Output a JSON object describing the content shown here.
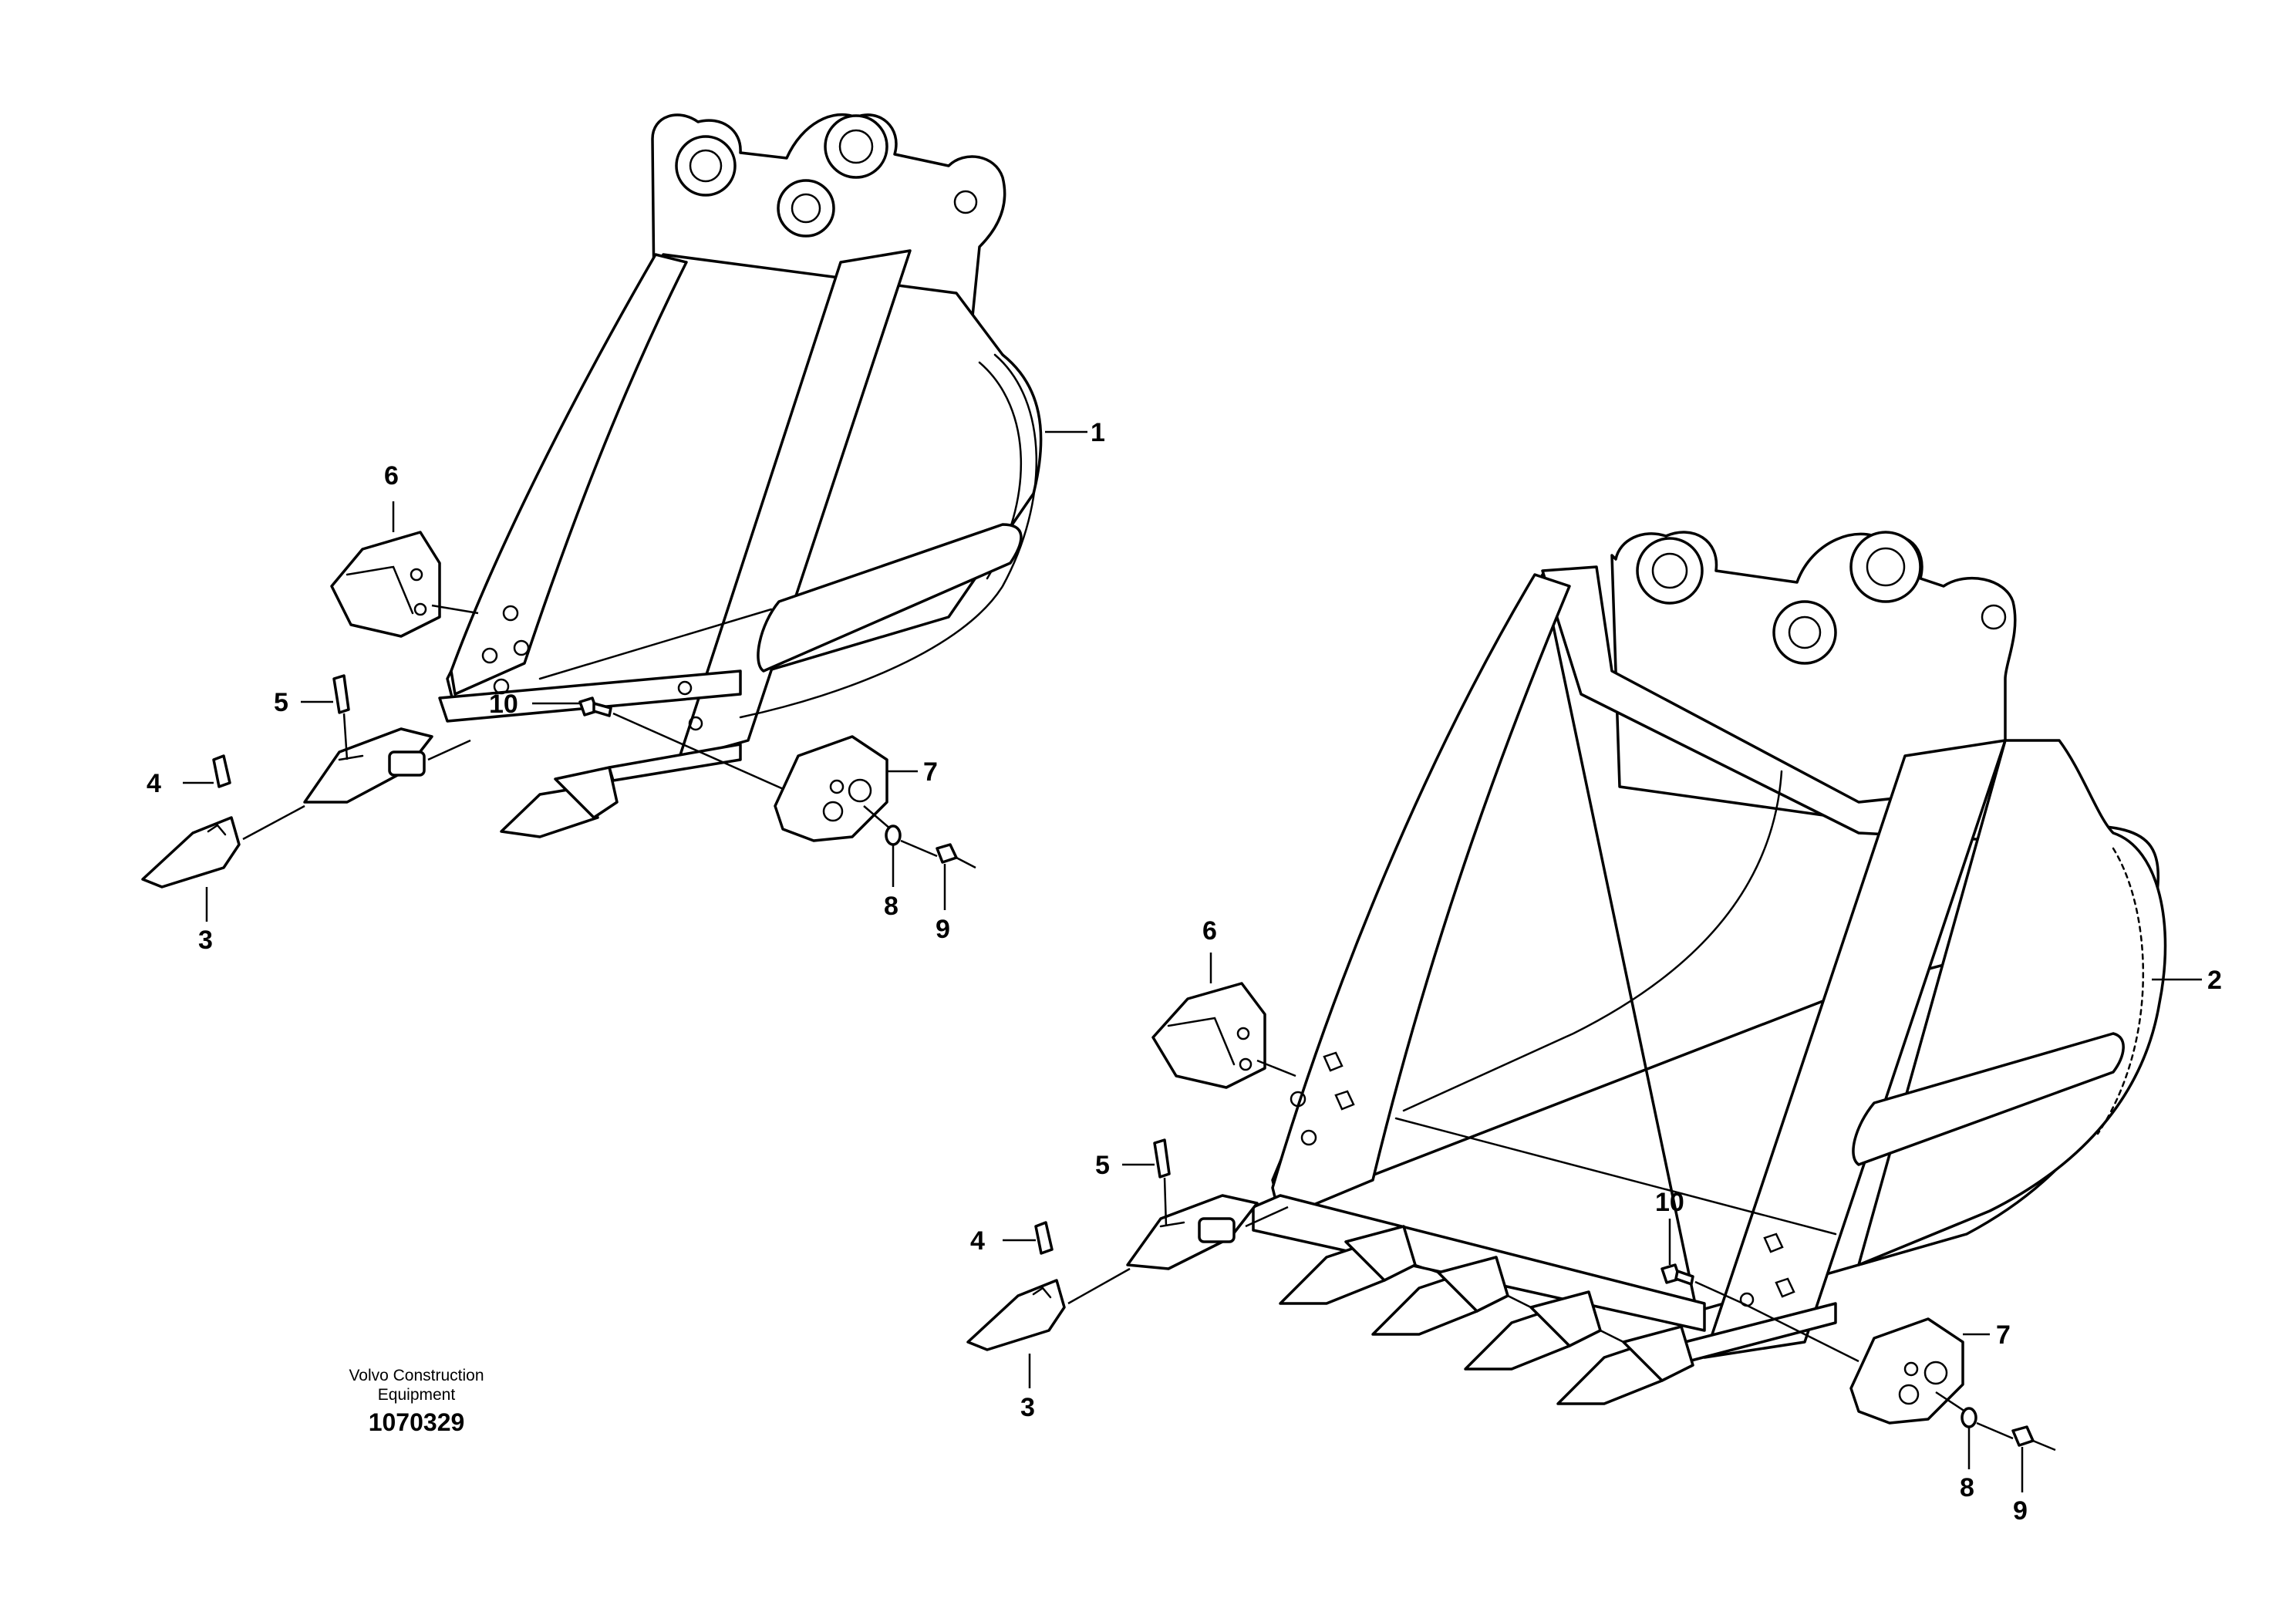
{
  "callouts": {
    "bucket_small": "1",
    "bucket_large": "2",
    "tooth": "3",
    "lock": "4",
    "pin": "5",
    "side_cutter_left": "6",
    "side_cutter_right": "7",
    "washer": "8",
    "nut": "9",
    "bolt": "10"
  },
  "credit": {
    "line1": "Volvo Construction",
    "line2": "Equipment",
    "number": "1070329"
  }
}
